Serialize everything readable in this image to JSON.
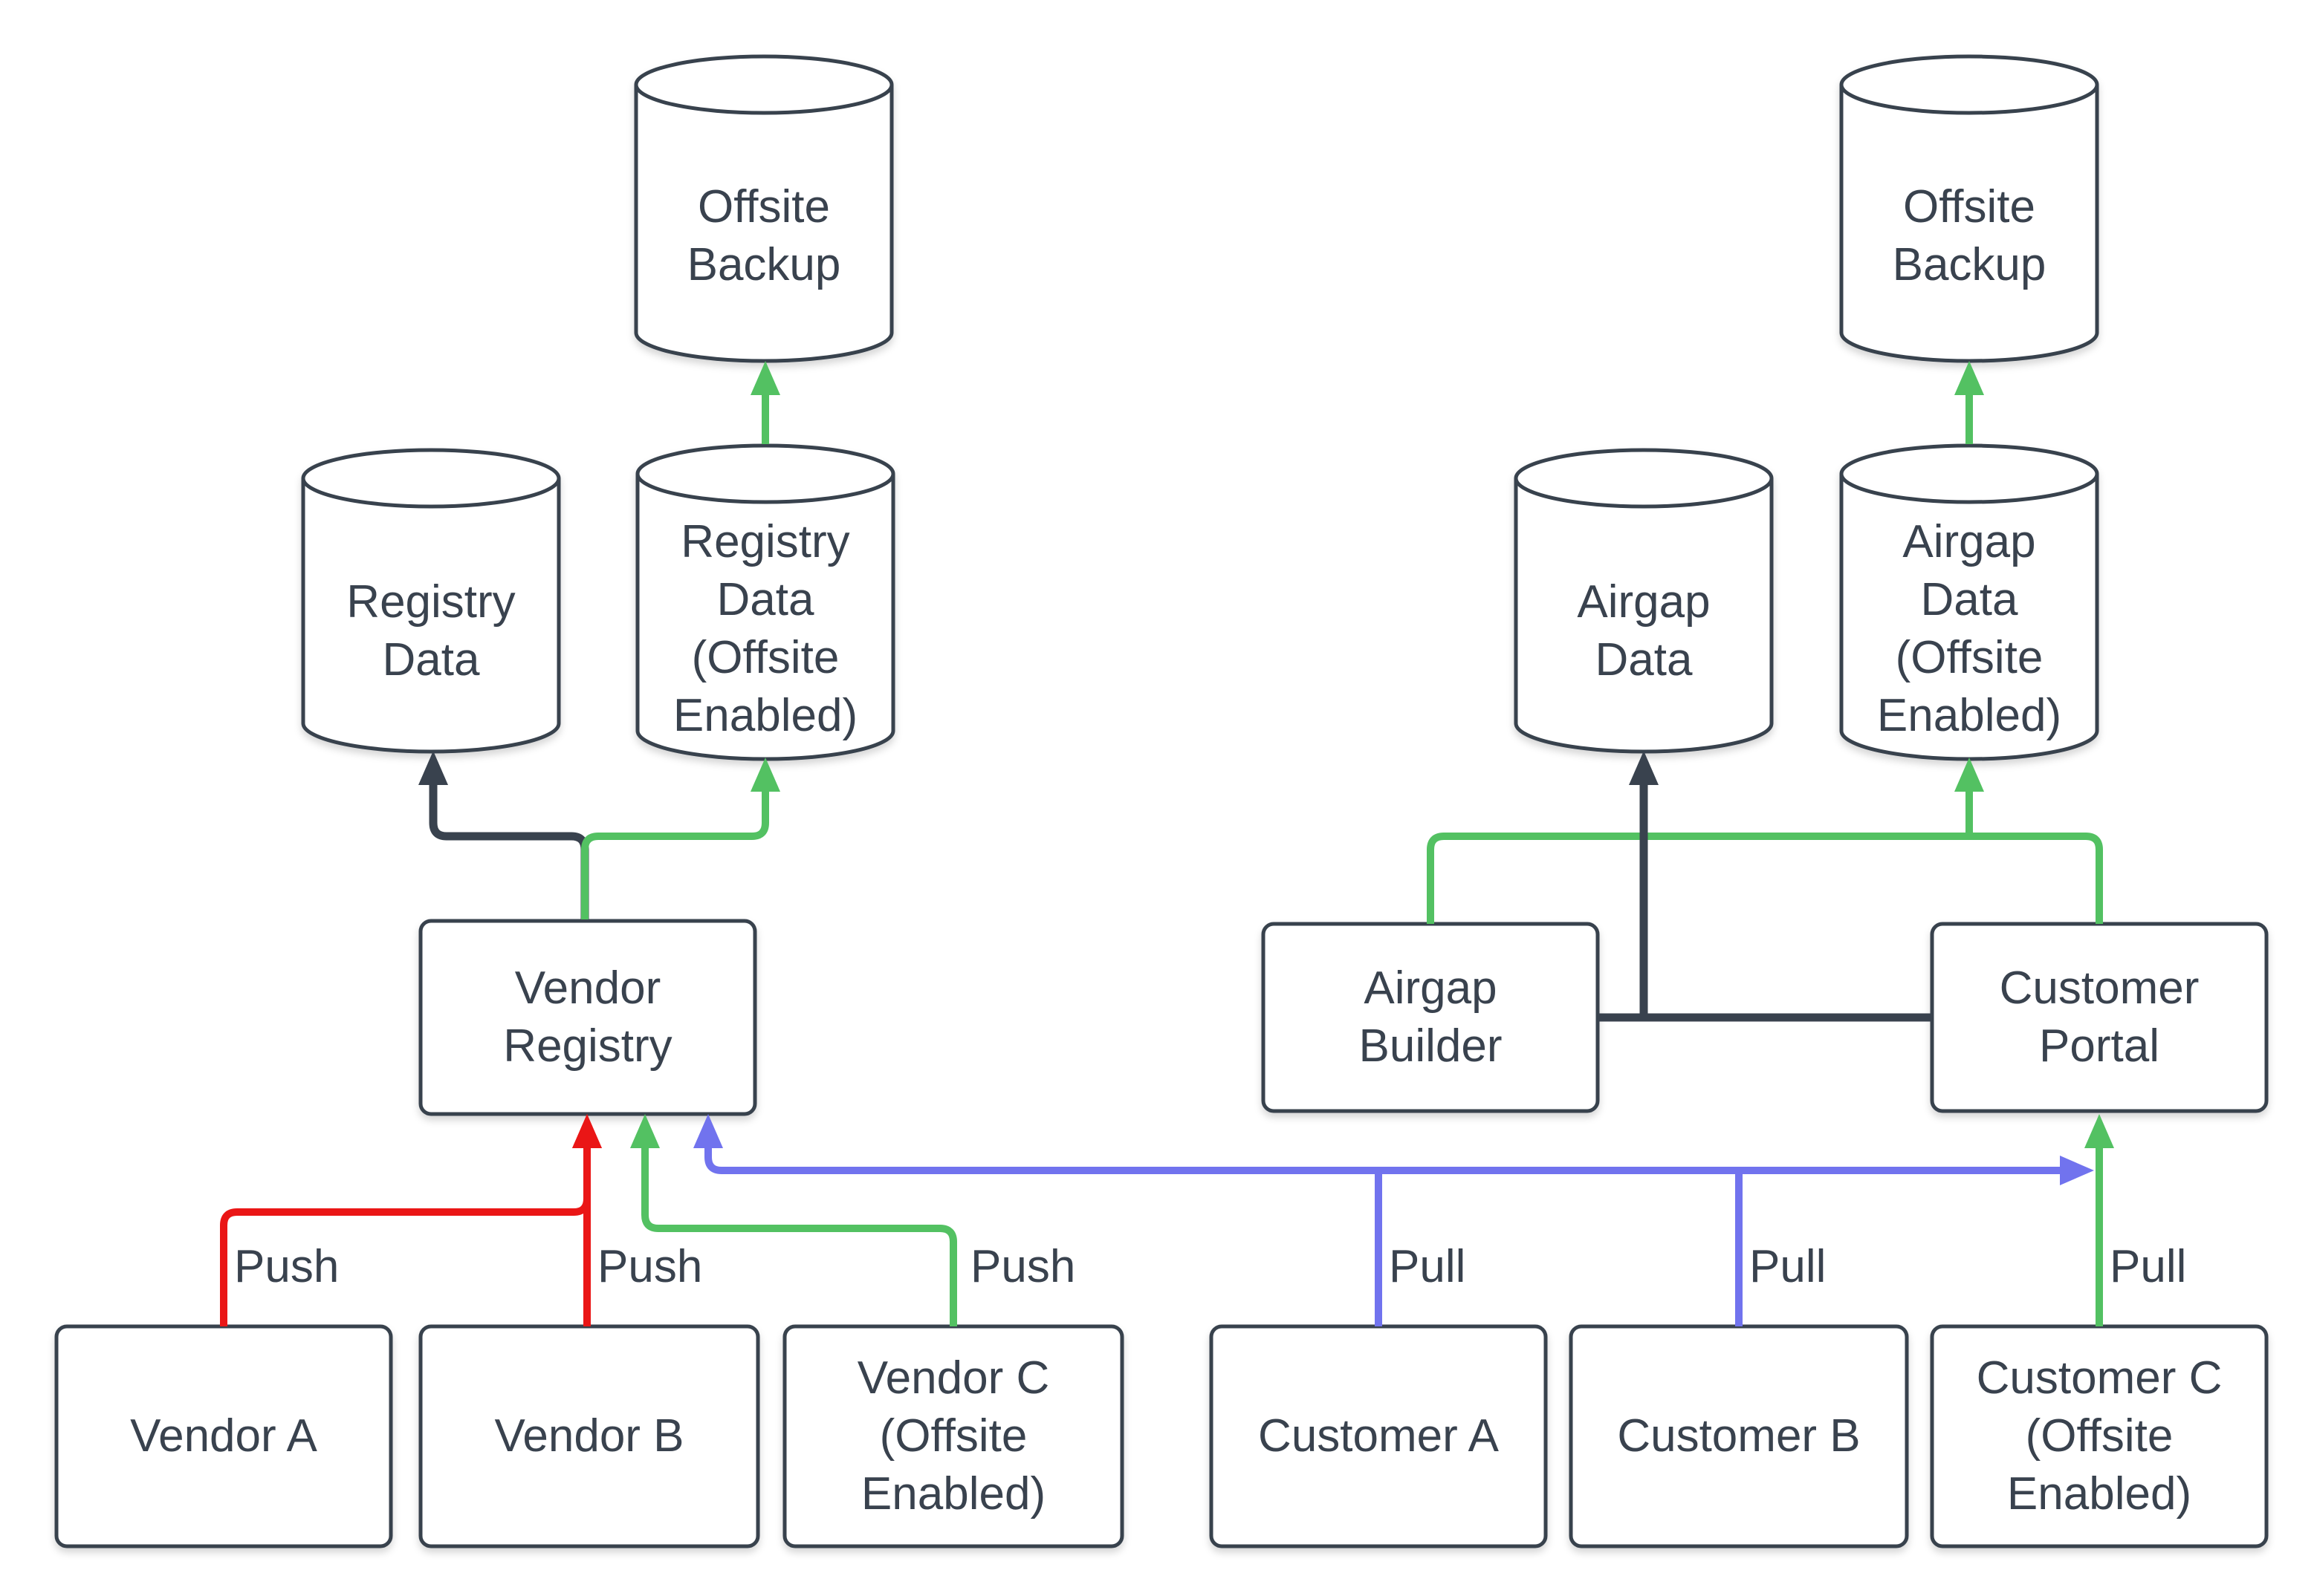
{
  "diagram_type": "architecture-flow-diagram",
  "background_color": "#ffffff",
  "colors": {
    "shape_stroke": "#39424E",
    "text": "#39424E",
    "edge_dark": "#39424E",
    "edge_red": "#EA1616",
    "edge_green": "#53C162",
    "edge_blue": "#7173EE",
    "shape_fill": "#ffffff"
  },
  "nodes": {
    "offsite_backup_left": {
      "label": "Offsite Backup",
      "shape": "cylinder"
    },
    "registry_data": {
      "label": "Registry Data",
      "shape": "cylinder"
    },
    "registry_data_offsite": {
      "label": "Registry Data (Offsite Enabled)",
      "shape": "cylinder"
    },
    "vendor_registry": {
      "label": "Vendor Registry",
      "shape": "rectangle"
    },
    "vendor_a": {
      "label": "Vendor A",
      "shape": "rectangle"
    },
    "vendor_b": {
      "label": "Vendor B",
      "shape": "rectangle"
    },
    "vendor_c": {
      "label": "Vendor C (Offsite Enabled)",
      "shape": "rectangle"
    },
    "offsite_backup_right": {
      "label": "Offsite Backup",
      "shape": "cylinder"
    },
    "airgap_data": {
      "label": "Airgap Data",
      "shape": "cylinder"
    },
    "airgap_data_offsite": {
      "label": "Airgap Data (Offsite Enabled)",
      "shape": "cylinder"
    },
    "airgap_builder": {
      "label": "Airgap Builder",
      "shape": "rectangle"
    },
    "customer_portal": {
      "label": "Customer Portal",
      "shape": "rectangle"
    },
    "customer_a": {
      "label": "Customer A",
      "shape": "rectangle"
    },
    "customer_b": {
      "label": "Customer B",
      "shape": "rectangle"
    },
    "customer_c": {
      "label": "Customer C (Offsite Enabled)",
      "shape": "rectangle"
    }
  },
  "flow_labels": {
    "vendor_a": "Push",
    "vendor_b": "Push",
    "vendor_c": "Push",
    "customer_a": "Pull",
    "customer_b": "Pull",
    "customer_c": "Pull"
  },
  "edges": [
    {
      "from": "vendor_a",
      "to": "vendor_registry",
      "color": "red",
      "label": "Push"
    },
    {
      "from": "vendor_b",
      "to": "vendor_registry",
      "color": "red",
      "label": "Push"
    },
    {
      "from": "vendor_c",
      "to": "vendor_registry",
      "color": "green",
      "label": "Push"
    },
    {
      "from": "vendor_registry",
      "to": "registry_data",
      "color": "dark",
      "label": ""
    },
    {
      "from": "vendor_registry",
      "to": "registry_data_offsite",
      "color": "green",
      "label": ""
    },
    {
      "from": "registry_data_offsite",
      "to": "offsite_backup_left",
      "color": "green",
      "label": ""
    },
    {
      "from": "customer_a",
      "to": "vendor_registry",
      "color": "blue",
      "label": "Pull"
    },
    {
      "from": "customer_b",
      "to": "customer_portal",
      "color": "blue",
      "label": "Pull"
    },
    {
      "from": "customer_c",
      "to": "customer_portal",
      "color": "green",
      "label": "Pull"
    },
    {
      "from": "airgap_builder",
      "to": "airgap_data",
      "color": "dark",
      "label": ""
    },
    {
      "from": "customer_portal",
      "to": "airgap_data",
      "color": "dark",
      "label": ""
    },
    {
      "from": "airgap_builder",
      "to": "airgap_data_offsite",
      "color": "green",
      "label": ""
    },
    {
      "from": "customer_portal",
      "to": "airgap_data_offsite",
      "color": "green",
      "label": ""
    },
    {
      "from": "airgap_data_offsite",
      "to": "offsite_backup_right",
      "color": "green",
      "label": ""
    }
  ]
}
